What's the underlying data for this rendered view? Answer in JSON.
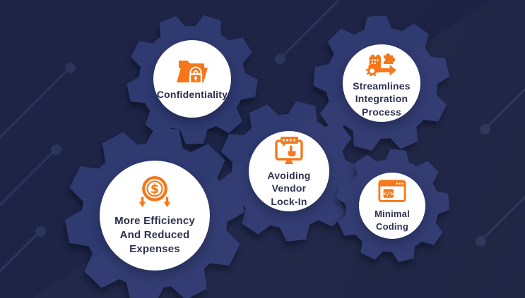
{
  "colors": {
    "background": "#1d2446",
    "gear": "#2f3a71",
    "circle": "#ffffff",
    "accent": "#f5771a",
    "text": "#2b2f4e",
    "decoration": "#2b3459"
  },
  "items": [
    {
      "id": "confidentiality",
      "label": "Confidentiality",
      "icon": "folder-lock-icon"
    },
    {
      "id": "streamlines-integration-process",
      "label": "Streamlines\nIntegration\nProcess",
      "icon": "puzzle-gear-arrow-icon"
    },
    {
      "id": "avoiding-vendor-lock-in",
      "label": "Avoiding\nVendor\nLock-In",
      "icon": "monitor-click-icon"
    },
    {
      "id": "more-efficiency-and-reduced-expenses",
      "label": "More Efficiency\nAnd Reduced\nExpenses",
      "icon": "dollar-coin-arrows-icon"
    },
    {
      "id": "minimal-coding",
      "label": "Minimal\nCoding",
      "icon": "code-window-icon"
    }
  ]
}
